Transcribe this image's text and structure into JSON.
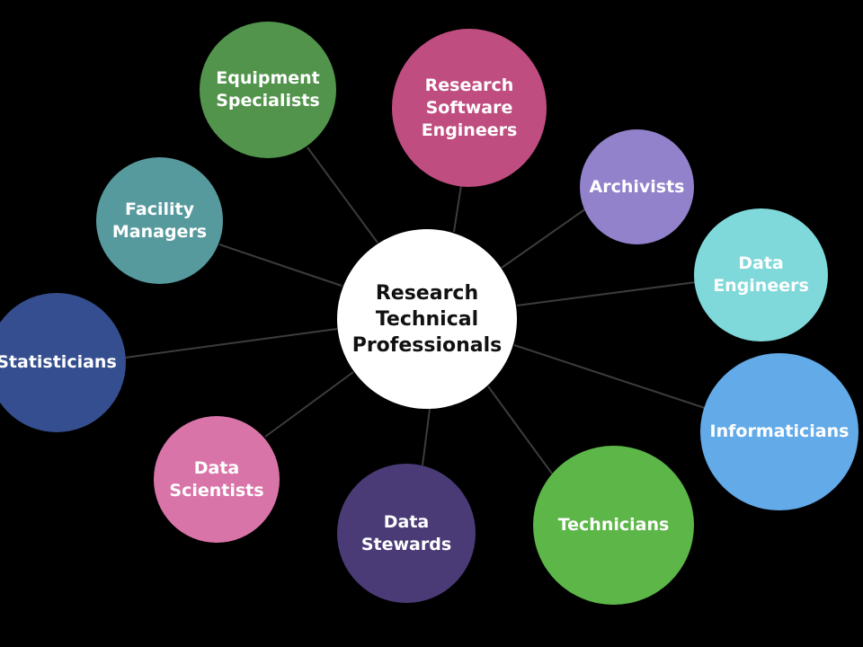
{
  "center": {
    "label": "Research\nTechnical\nProfessionals",
    "color": "#ffffff"
  },
  "nodes": [
    {
      "label": "Equipment\nSpecialists",
      "color": "#52944c"
    },
    {
      "label": "Research\nSoftware\nEngineers",
      "color": "#c04d80"
    },
    {
      "label": "Archivists",
      "color": "#9281cb"
    },
    {
      "label": "Data\nEngineers",
      "color": "#7fd8da"
    },
    {
      "label": "Informaticians",
      "color": "#62aae8"
    },
    {
      "label": "Technicians",
      "color": "#5cb648"
    },
    {
      "label": "Data\nStewards",
      "color": "#4a3b76"
    },
    {
      "label": "Data\nScientists",
      "color": "#d974a8"
    },
    {
      "label": "Statisticians",
      "color": "#344e8f"
    },
    {
      "label": "Facility\nManagers",
      "color": "#579a9e"
    }
  ]
}
